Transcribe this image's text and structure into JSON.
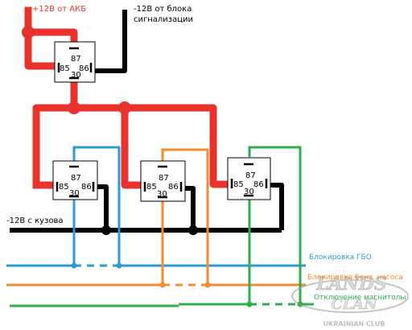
{
  "labels": {
    "plus12_akb": "+12В от АКБ",
    "minus12_alarm_l1": "-12В от блока",
    "minus12_alarm_l2": "сигнализации",
    "minus12_body": "-12В с кузова",
    "block_gbo": "Блокировка ГБО",
    "block_fuel_pump": "Блокировка бенз. насоса",
    "block_radio": "Отключение магнитолы"
  },
  "relay_pins": {
    "p87": "87",
    "p85": "85",
    "p86": "86",
    "p30": "30"
  },
  "watermark": {
    "line1": "LANDS",
    "line2": "CLAN",
    "line3": "UKRAINIAN CLUB"
  },
  "colors": {
    "red": "#e8332d",
    "black": "#000000",
    "blue": "#2b9ad6",
    "orange": "#f08c2c",
    "green": "#2fae4f",
    "text_red": "#e8332d",
    "text_blue": "#2b9ad6",
    "text_orange": "#f08c2c",
    "text_green": "#2fae4f"
  }
}
